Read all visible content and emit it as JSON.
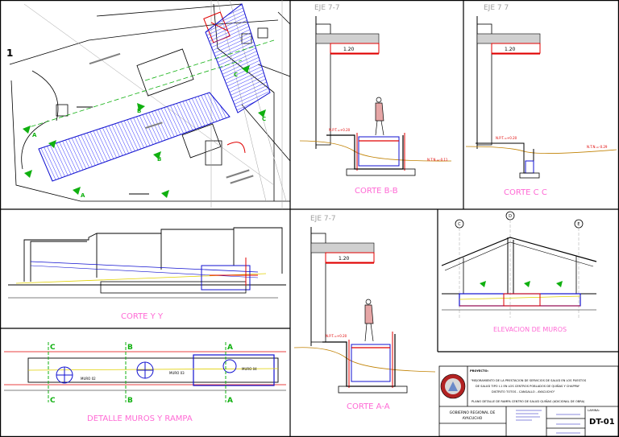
{
  "sheet": {
    "colors": {
      "line": "#000000",
      "red": "#e00000",
      "blue": "#1010d0",
      "hatch": "#3b3bff",
      "green": "#10b010",
      "yellow": "#e0d000",
      "label": "#ff6ad5",
      "gray": "#a0a0a0"
    }
  },
  "panels": {
    "plan": {
      "number": "1",
      "markers": [
        "A",
        "B",
        "C",
        "A",
        "B",
        "C"
      ]
    },
    "corte_bb": {
      "eje": "EJE 7-7",
      "dim": "1.20",
      "title": "CORTE B-B",
      "npt_left": "N.P.T.=+0.20",
      "npt_right": "N.T.N.=-0.11"
    },
    "corte_cc": {
      "eje": "EJE 7 7",
      "dim": "1.20",
      "title": "CORTE C C",
      "npt_left": "N.P.T.=+0.20",
      "npt_right": "N.T.N.=-0.29"
    },
    "corte_yy": {
      "title": "CORTE Y Y"
    },
    "corte_aa": {
      "eje": "EJE 7-7",
      "dim": "1.20",
      "title": "CORTE A-A",
      "npt_left": "N.P.T.=+0.20"
    },
    "elevacion": {
      "title": "ELEVACION DE MUROS",
      "axes": [
        "C",
        "D",
        "E"
      ]
    },
    "detalle": {
      "title": "DETALLE MUROS Y RAMPA",
      "sections": [
        "C",
        "B",
        "A",
        "C",
        "B",
        "A"
      ],
      "muros": [
        "MURO 02",
        "MURO 03",
        "MURO 04"
      ]
    }
  },
  "title_block": {
    "project_label": "PROYECTO:",
    "project": [
      "\"MEJORAMIENTO DE LA PRESTACION DE SERVICIOS DE SALUD EN LOS PUESTOS",
      "DE SALUD TIPO I-1 EN LOS CENTROS POBLADOS DE QUIÑAS Y CHAPPAY",
      "DISTRITO TOTOS - CANGALLO - AYACUCHO\""
    ],
    "plan_name": "PLANO DETALLE DE RAMPA CENTRO DE SALUD QUIÑAS (ADICIONAL DE OBRA)",
    "client": [
      "GOBIERNO REGIONAL DE",
      "AYACUCHO"
    ],
    "sheet_label": "LAMINA:",
    "sheet_code": "DT-01"
  }
}
